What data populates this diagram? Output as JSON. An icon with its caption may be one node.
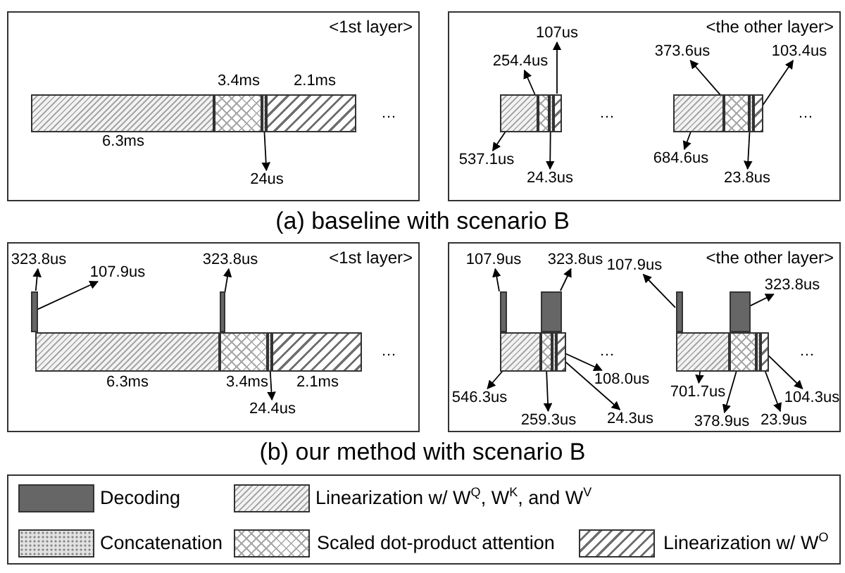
{
  "diagram": {
    "nodes": [
      {
        "text": [
          "<1st layer>"
        ]
      },
      {
        "text": [],
        "shape": "bar",
        "in": 0,
        "beside": [
          "6.3ms"
        ]
      },
      {
        "text": [],
        "shape": "bar",
        "in": 0,
        "beside": [
          "3.4ms"
        ]
      },
      {
        "text": [],
        "shape": "bar",
        "in": 0
      },
      {
        "text": [],
        "shape": "bar",
        "in": 0,
        "beside": [
          "2.1ms"
        ]
      },
      {
        "text": [
          "24us"
        ],
        "in": 0
      },
      {
        "text": [
          "<the other layer>"
        ]
      },
      {
        "text": [],
        "shape": "bar",
        "in": 6
      },
      {
        "text": [],
        "shape": "bar",
        "in": 6
      },
      {
        "text": [],
        "shape": "bar",
        "in": 6
      },
      {
        "text": [],
        "shape": "bar",
        "in": 6
      },
      {
        "text": [
          "107us"
        ],
        "in": 6
      },
      {
        "text": [
          "254.4us"
        ],
        "in": 6
      },
      {
        "text": [
          "537.1us"
        ],
        "in": 6
      },
      {
        "text": [
          "24.3us"
        ],
        "in": 6
      },
      {
        "text": [],
        "shape": "bar",
        "in": 6
      },
      {
        "text": [],
        "shape": "bar",
        "in": 6
      },
      {
        "text": [],
        "shape": "bar",
        "in": 6
      },
      {
        "text": [],
        "shape": "bar",
        "in": 6
      },
      {
        "text": [
          "373.6us"
        ],
        "in": 6
      },
      {
        "text": [
          "103.4us"
        ],
        "in": 6
      },
      {
        "text": [
          "684.6us"
        ],
        "in": 6
      },
      {
        "text": [
          "23.8us"
        ],
        "in": 6
      },
      {
        "text": [
          "<1st layer>"
        ]
      },
      {
        "text": [],
        "shape": "bar",
        "in": 23
      },
      {
        "text": [],
        "shape": "bar",
        "in": 23
      },
      {
        "text": [],
        "shape": "bar",
        "in": 23,
        "beside": [
          "6.3ms"
        ]
      },
      {
        "text": [],
        "shape": "bar",
        "in": 23,
        "beside": [
          "3.4ms"
        ]
      },
      {
        "text": [],
        "shape": "bar",
        "in": 23
      },
      {
        "text": [],
        "shape": "bar",
        "in": 23,
        "beside": [
          "2.1ms"
        ]
      },
      {
        "text": [
          "323.8us"
        ],
        "in": 23
      },
      {
        "text": [
          "107.9us"
        ],
        "in": 23
      },
      {
        "text": [
          "323.8us"
        ],
        "in": 23
      },
      {
        "text": [
          "24.4us"
        ],
        "in": 23
      },
      {
        "text": [
          "<the other layer>"
        ]
      },
      {
        "text": [],
        "shape": "bar",
        "in": 34
      },
      {
        "text": [],
        "shape": "bar",
        "in": 34
      },
      {
        "text": [],
        "shape": "bar",
        "in": 34
      },
      {
        "text": [],
        "shape": "bar",
        "in": 34
      },
      {
        "text": [],
        "shape": "bar",
        "in": 34
      },
      {
        "text": [],
        "shape": "bar",
        "in": 34
      },
      {
        "text": [
          "107.9us"
        ],
        "in": 34
      },
      {
        "text": [
          "323.8us"
        ],
        "in": 34
      },
      {
        "text": [
          "546.3us"
        ],
        "in": 34
      },
      {
        "text": [
          "259.3us"
        ],
        "in": 34
      },
      {
        "text": [
          "24.3us"
        ],
        "in": 34
      },
      {
        "text": [
          "108.0us"
        ],
        "in": 34
      },
      {
        "text": [],
        "shape": "bar",
        "in": 34
      },
      {
        "text": [],
        "shape": "bar",
        "in": 34
      },
      {
        "text": [],
        "shape": "bar",
        "in": 34
      },
      {
        "text": [],
        "shape": "bar",
        "in": 34
      },
      {
        "text": [],
        "shape": "bar",
        "in": 34
      },
      {
        "text": [],
        "shape": "bar",
        "in": 34
      },
      {
        "text": [
          "107.9us"
        ],
        "in": 34
      },
      {
        "text": [
          "323.8us"
        ],
        "in": 34
      },
      {
        "text": [
          "701.7us"
        ],
        "in": 34
      },
      {
        "text": [
          "378.9us"
        ],
        "in": 34
      },
      {
        "text": [
          "23.9us"
        ],
        "in": 34
      },
      {
        "text": [
          "104.3us"
        ],
        "in": 34
      }
    ],
    "edges": [
      {
        "from": 3,
        "to": 5,
        "arrow": "to"
      },
      {
        "from": 10,
        "to": 11,
        "arrow": "to"
      },
      {
        "from": 8,
        "to": 12,
        "arrow": "to"
      },
      {
        "from": 7,
        "to": 13,
        "arrow": "to"
      },
      {
        "from": 9,
        "to": 14,
        "arrow": "to"
      },
      {
        "from": 16,
        "to": 19,
        "arrow": "to"
      },
      {
        "from": 18,
        "to": 20,
        "arrow": "to"
      },
      {
        "from": 15,
        "to": 21,
        "arrow": "to"
      },
      {
        "from": 17,
        "to": 22,
        "arrow": "to"
      },
      {
        "from": 24,
        "to": 30,
        "arrow": "to"
      },
      {
        "from": 24,
        "to": 31,
        "arrow": "to"
      },
      {
        "from": 25,
        "to": 32,
        "arrow": "to"
      },
      {
        "from": 28,
        "to": 33,
        "arrow": "to"
      },
      {
        "from": 35,
        "to": 41,
        "arrow": "to"
      },
      {
        "from": 36,
        "to": 42,
        "arrow": "to"
      },
      {
        "from": 37,
        "to": 43,
        "arrow": "to"
      },
      {
        "from": 38,
        "to": 44,
        "arrow": "to"
      },
      {
        "from": 39,
        "to": 45,
        "arrow": "to"
      },
      {
        "from": 40,
        "to": 46,
        "arrow": "to"
      },
      {
        "from": 47,
        "to": 53,
        "arrow": "to"
      },
      {
        "from": 48,
        "to": 54,
        "arrow": "to"
      },
      {
        "from": 49,
        "to": 55,
        "arrow": "to"
      },
      {
        "from": 50,
        "to": 56,
        "arrow": "to"
      },
      {
        "from": 51,
        "to": 57,
        "arrow": "to"
      },
      {
        "from": 52,
        "to": 58,
        "arrow": "to"
      }
    ],
    "labels": [
      "…",
      "…",
      "…",
      "(a) baseline with scenario B",
      "…",
      "…",
      "…",
      "(b) our method with scenario B"
    ],
    "legend": [
      {
        "text": "Decoding",
        "color": "#666666"
      },
      {
        "text": "Linearization w/ W$^{Q}$, W$^{K}$, and W$^{V}$"
      },
      {
        "text": "Concatenation"
      },
      {
        "text": "Scaled dot-product attention"
      },
      {
        "text": "Linearization w/ W$^{O}$"
      }
    ]
  }
}
